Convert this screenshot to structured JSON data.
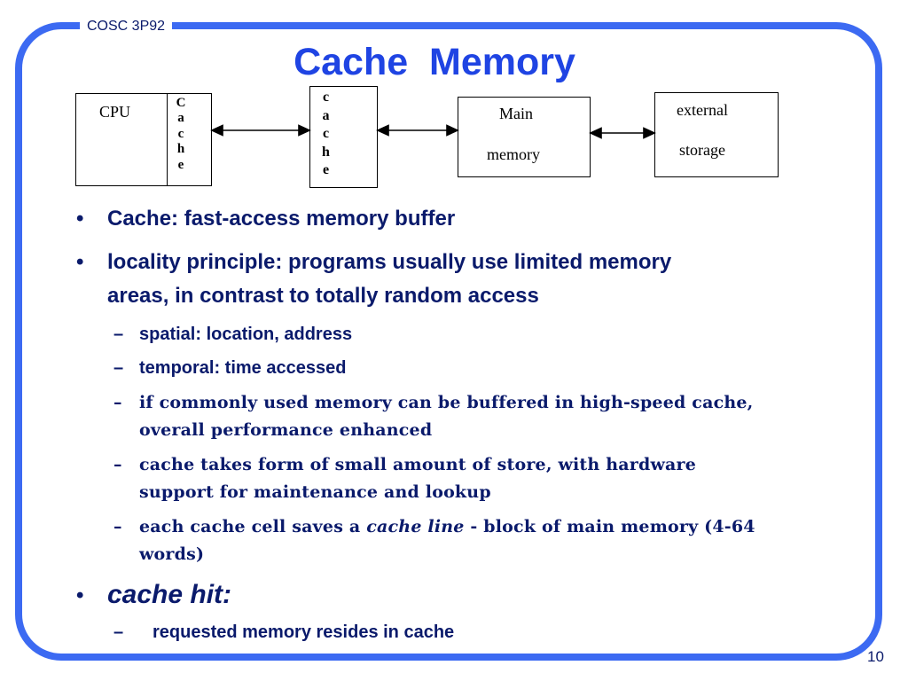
{
  "header": {
    "course": "COSC 3P92",
    "title": "Cache  Memory"
  },
  "diagram": {
    "cpu_label": "CPU",
    "cpu_cache_letters": [
      "C",
      "a",
      "c",
      "h",
      "e"
    ],
    "cache_letters": [
      "c",
      "a",
      "c",
      "h",
      "e"
    ],
    "main_memory": [
      "Main",
      "memory"
    ],
    "external_storage": [
      "external",
      "storage"
    ]
  },
  "bullets": {
    "b1": "Cache:  fast-access memory buffer",
    "b2_line1": "locality principle:  programs usually use limited memory",
    "b2_line2": "areas, in contrast to totally random access",
    "s1": "spatial: location, address",
    "s2": "temporal: time accessed",
    "s3_line1": "if commonly used memory can be buffered in high-speed cache,",
    "s3_line2": "overall performance enhanced",
    "s4_line1": "cache takes form of small amount of store, with hardware",
    "s4_line2": "support for maintenance and lookup",
    "s5_pre": "each cache cell saves a ",
    "s5_em": "cache line",
    "s5_post": " - block of main memory (4-64",
    "s5_line2": "words)",
    "b3": "cache hit:",
    "s6": "requested memory resides in cache"
  },
  "markers": {
    "bullet": "•",
    "dash": "–"
  },
  "footer": {
    "page_number": "10"
  },
  "colors": {
    "frame": "#3c6af2",
    "title": "#1f44e3",
    "text": "#0a1a6b"
  }
}
